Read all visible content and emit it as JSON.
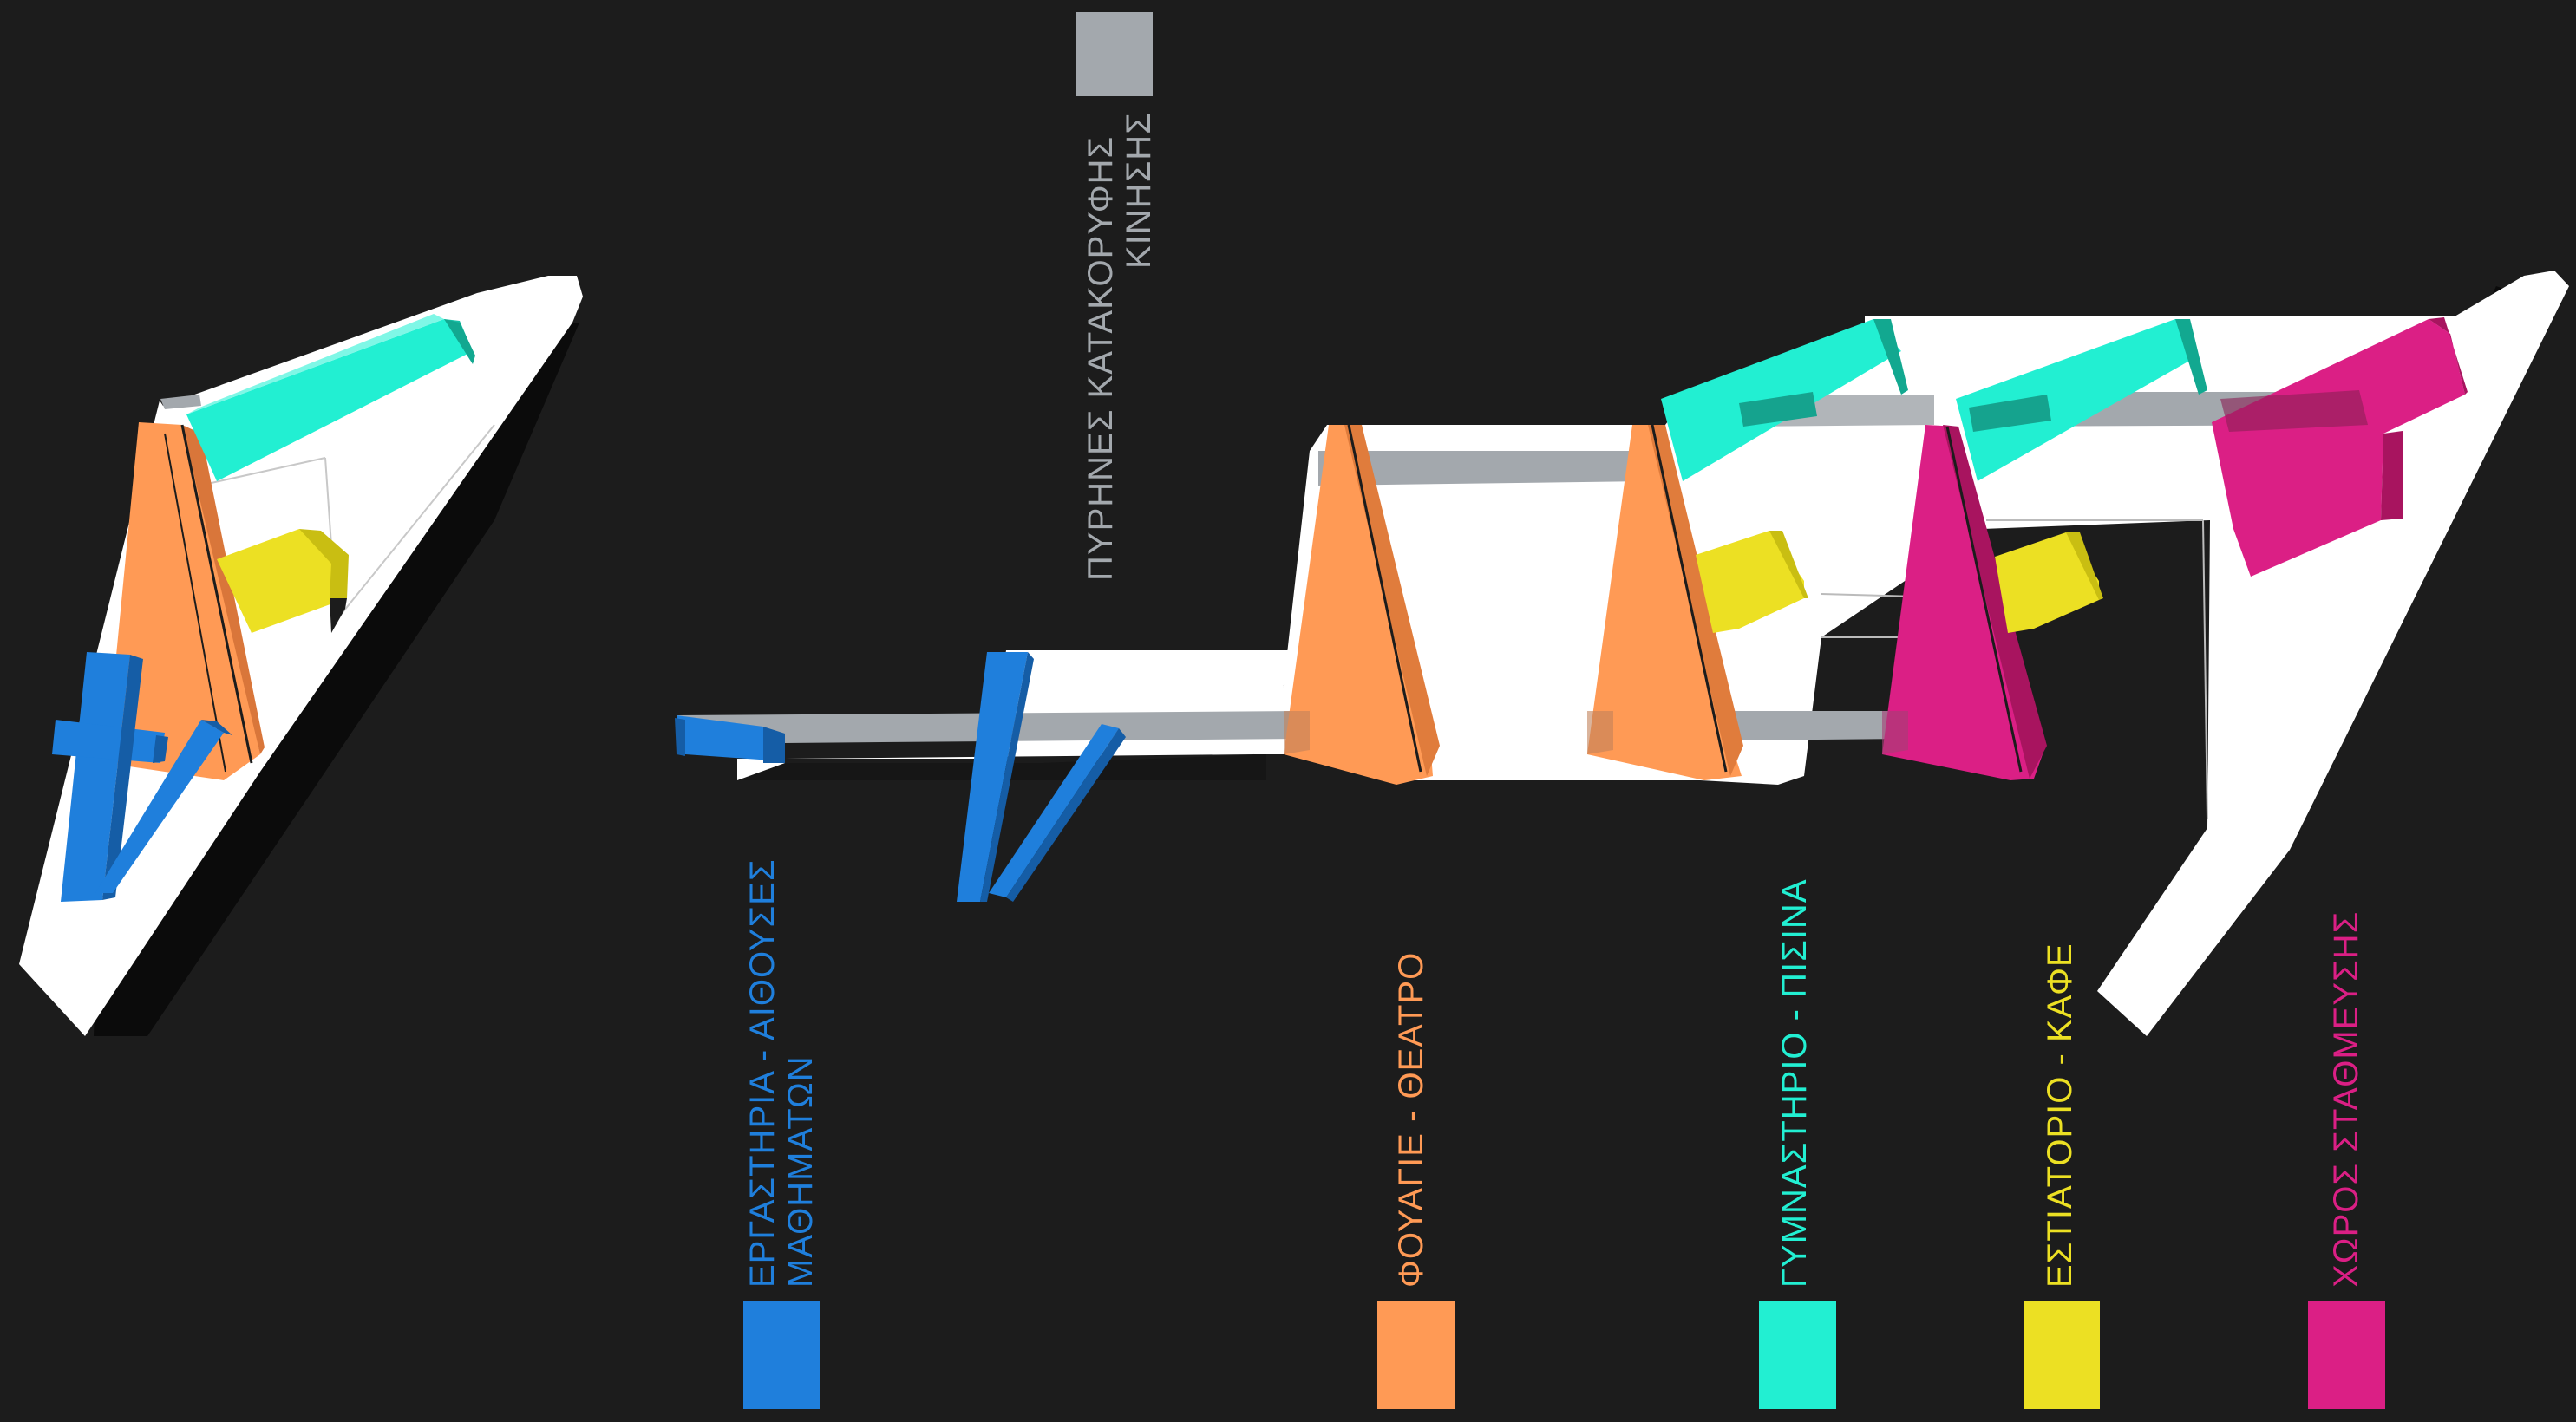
{
  "colors": {
    "background": "#1c1c1c",
    "massing": "#ffffff",
    "shadow": "#0a0a0a",
    "circulation_core": "#a3a8ad",
    "labs_classrooms": "#1f7fdc",
    "foyer_theatre": "#ff9a55",
    "gym_pool": "#22efd2",
    "restaurant_cafe": "#ece023",
    "parking": "#db1f85"
  },
  "legend": {
    "circulation_core": {
      "lines": [
        "ΠΥΡΗΝΕΣ ΚΑΤΑΚΟΡΥΦΗΣ",
        "ΚΙΝΗΣΗΣ"
      ],
      "icon": "grey-square"
    },
    "labs_classrooms": {
      "lines": [
        "ΕΡΓΑΣΤΗΡΙΑ - ΑΙΘΟΥΣΕΣ",
        "ΜΑΘΗΜΑΤΩΝ"
      ],
      "icon": "blue-square"
    },
    "foyer_theatre": {
      "lines": [
        "ΦΟΥΑΓΙΕ - ΘΕΑΤΡΟ"
      ],
      "icon": "orange-square"
    },
    "gym_pool": {
      "lines": [
        "ΓΥΜΝΑΣΤΗΡΙΟ - ΠΙΣΙΝΑ"
      ],
      "icon": "cyan-square"
    },
    "restaurant_cafe": {
      "lines": [
        "ΕΣΤΙΑΤΟΡΙΟ - ΚΑΦΕ"
      ],
      "icon": "yellow-square"
    },
    "parking": {
      "lines": [
        "ΧΩΡΟΣ ΣΤΑΘΜΕΥΣΗΣ"
      ],
      "icon": "magenta-square"
    }
  }
}
